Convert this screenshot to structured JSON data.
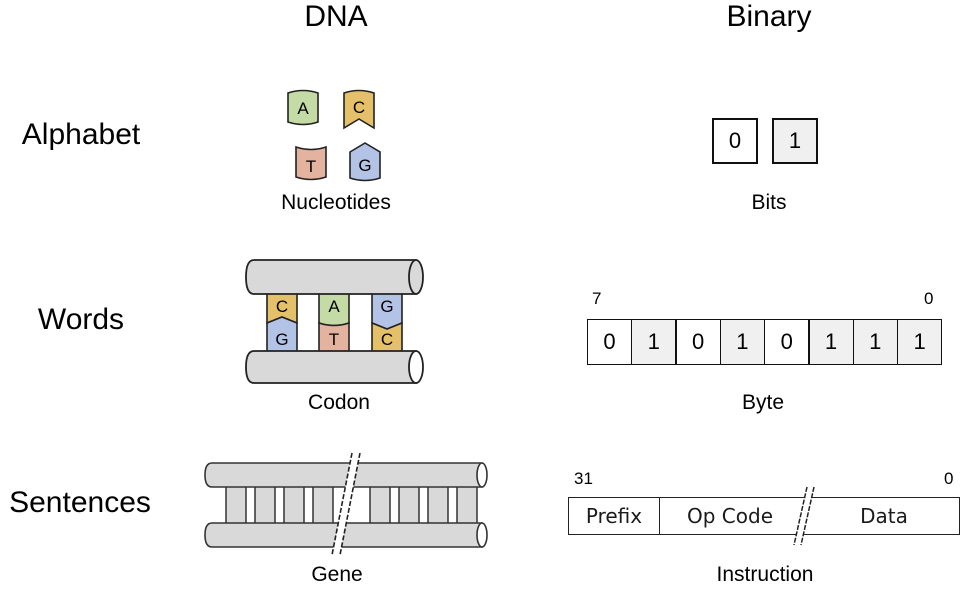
{
  "columns": {
    "dna": "DNA",
    "binary": "Binary"
  },
  "rows": {
    "alphabet": "Alphabet",
    "words": "Words",
    "sentences": "Sentences"
  },
  "colors": {
    "adenine": "#c5dba6",
    "cytosine": "#e4c06a",
    "thymine": "#e3b3a0",
    "guanine": "#b3c3e6",
    "strand": "#d9d9d9",
    "bit_on_bg": "#f0f0f0",
    "bit_off_bg": "#ffffff"
  },
  "alphabet": {
    "nucleotides": [
      "A",
      "C",
      "T",
      "G"
    ],
    "nucleotides_caption": "Nucleotides",
    "bits": [
      "0",
      "1"
    ],
    "bits_caption": "Bits"
  },
  "words": {
    "codon_pairs": [
      {
        "top": "C",
        "bottom": "G"
      },
      {
        "top": "A",
        "bottom": "T"
      },
      {
        "top": "G",
        "bottom": "C"
      }
    ],
    "codon_caption": "Codon",
    "byte_msb_label": "7",
    "byte_lsb_label": "0",
    "byte_bits": [
      "0",
      "1",
      "0",
      "1",
      "0",
      "1",
      "1",
      "1"
    ],
    "byte_caption": "Byte"
  },
  "sentences": {
    "gene_caption": "Gene",
    "instruction_msb_label": "31",
    "instruction_lsb_label": "0",
    "instruction_fields": [
      "Prefix",
      "Op Code",
      "Data"
    ],
    "instruction_caption": "Instruction"
  }
}
